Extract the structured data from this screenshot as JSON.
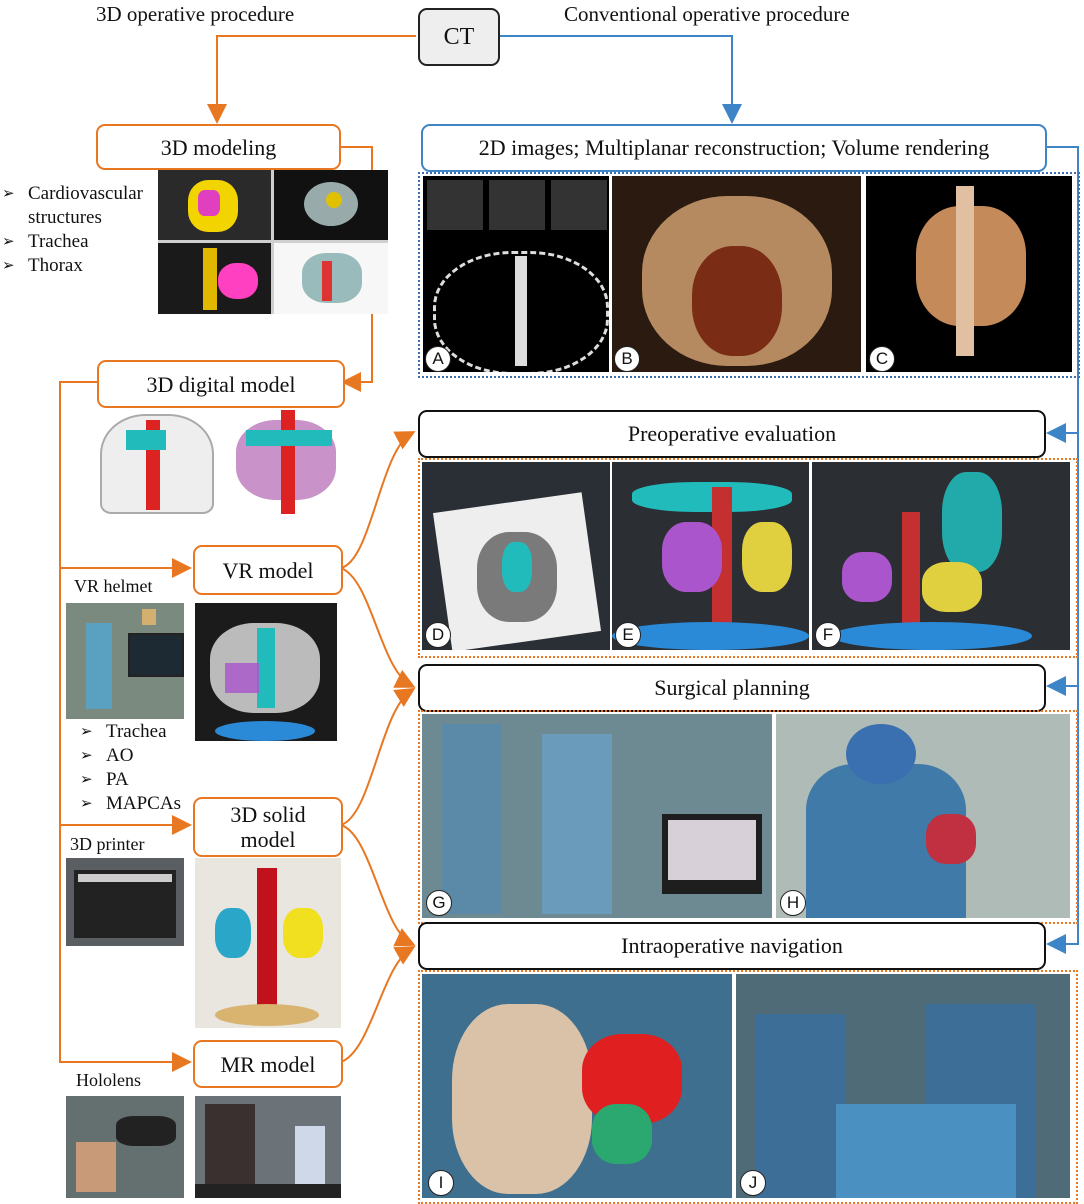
{
  "header": {
    "left_title": "3D operative procedure",
    "right_title": "Conventional operative procedure",
    "ct": "CT"
  },
  "left": {
    "modeling": "3D modeling",
    "modeling_list": [
      "Cardiovascular structures",
      "Trachea",
      "Thorax"
    ],
    "digital_model": "3D digital model",
    "vr_model": "VR model",
    "vr_helmet": "VR helmet",
    "structures_list": [
      "Trachea",
      "AO",
      "PA",
      "MAPCAs"
    ],
    "solid_model_line1": "3D solid",
    "solid_model_line2": "model",
    "printer": "3D printer",
    "mr_model": "MR model",
    "hololens": "Hololens"
  },
  "right": {
    "conventional_box": "2D images; Multiplanar reconstruction; Volume rendering",
    "preop": "Preoperative evaluation",
    "planning": "Surgical planning",
    "navigation": "Intraoperative navigation",
    "panel_letters": [
      "A",
      "B",
      "C",
      "D",
      "E",
      "F",
      "G",
      "H",
      "I",
      "J"
    ]
  },
  "colors": {
    "orange": "#e87722",
    "blue": "#3d85c6",
    "dark": "#111111"
  }
}
